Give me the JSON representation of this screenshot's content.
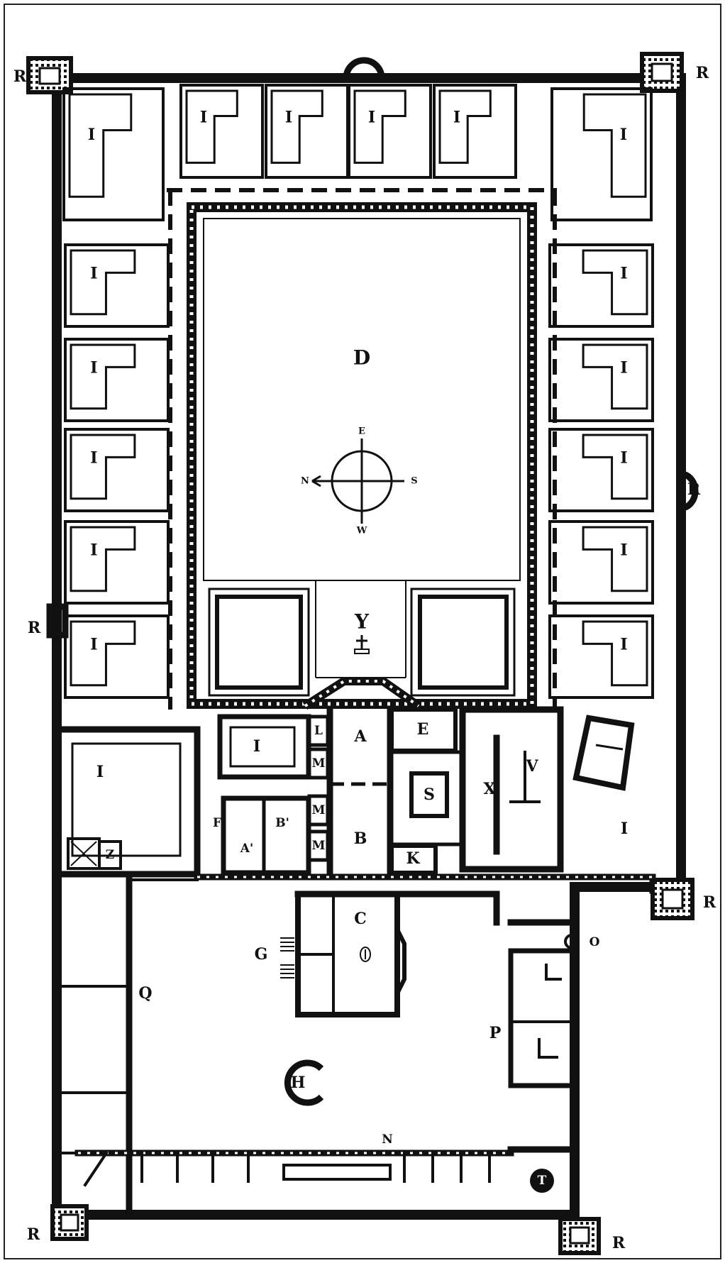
{
  "labels": {
    "court": "D",
    "church": "Y",
    "cell": "I",
    "tower": "R",
    "a": "A",
    "a_prime": "A'",
    "b": "B",
    "b_prime": "B'",
    "c": "C",
    "e": "E",
    "f": "F",
    "g": "G",
    "h": "H",
    "k": "K",
    "l": "L",
    "m": "M",
    "n": "N",
    "o": "O",
    "p": "P",
    "q": "Q",
    "s": "S",
    "t": "T",
    "v": "V",
    "x": "X",
    "z": "Z"
  },
  "compass": {
    "north": "N",
    "south": "S",
    "east": "E",
    "west": "W"
  },
  "colors": {
    "ink": "#111111",
    "paper": "#ffffff"
  }
}
